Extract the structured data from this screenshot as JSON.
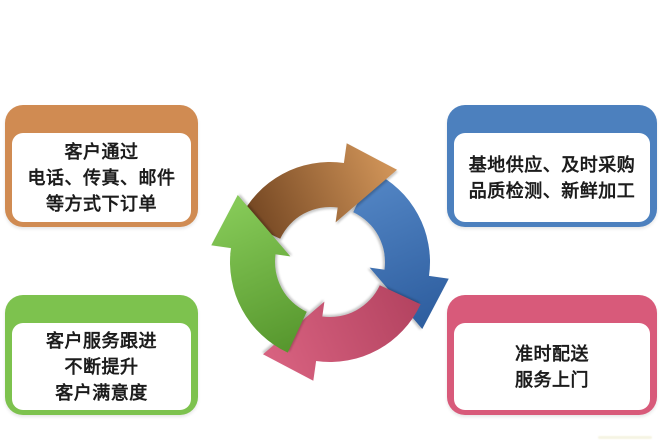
{
  "diagram": {
    "name": "customer-order-fulfillment-cycle",
    "background": "#ffffff"
  },
  "boxes": [
    {
      "id": "order",
      "position": "top-left",
      "accent": "#D08B52",
      "lines": [
        "客户通过",
        "电话、传真、邮件",
        "等方式下订单"
      ]
    },
    {
      "id": "supply",
      "position": "top-right",
      "accent": "#4C80BE",
      "lines": [
        "基地供应、及时采购",
        "品质检测、新鲜加工"
      ]
    },
    {
      "id": "service",
      "position": "bottom-left",
      "accent": "#7DC24E",
      "lines": [
        "客户服务跟进",
        "不断提升",
        "客户满意度"
      ]
    },
    {
      "id": "delivery",
      "position": "bottom-right",
      "accent": "#D85A7A",
      "lines": [
        "准时配送",
        "服务上门"
      ]
    }
  ],
  "cycle": {
    "direction": "clockwise",
    "arrows": [
      {
        "id": "top",
        "color_from": "#6B3F1D",
        "color_to": "#CE9257"
      },
      {
        "id": "right",
        "color_from": "#5588C7",
        "color_to": "#2F5FA0"
      },
      {
        "id": "bottom",
        "color_from": "#B2425F",
        "color_to": "#D7617F"
      },
      {
        "id": "left",
        "color_from": "#55952C",
        "color_to": "#85C957"
      }
    ]
  },
  "artifact_color": "#F2F0D8"
}
